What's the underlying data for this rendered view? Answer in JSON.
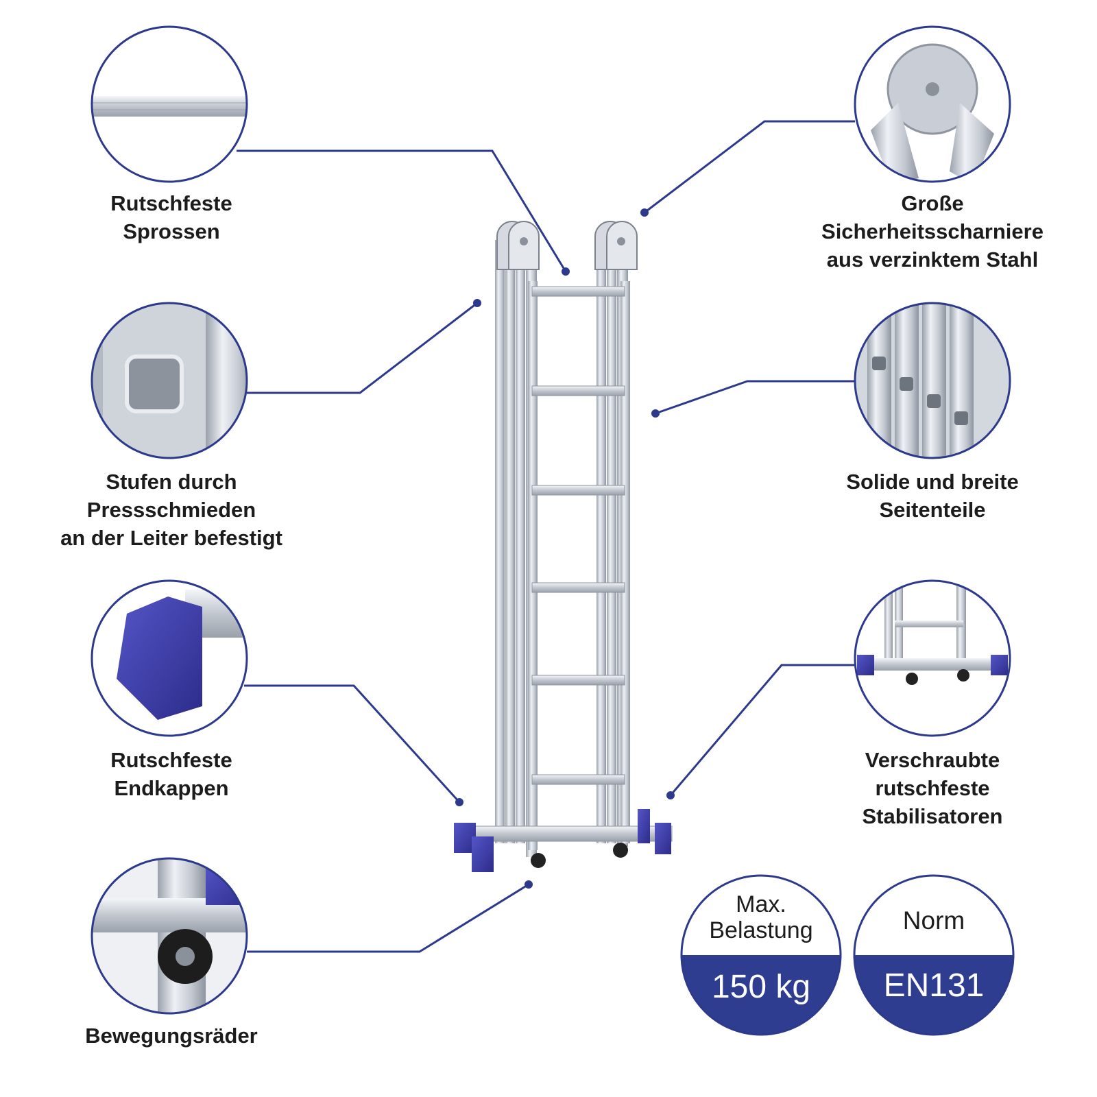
{
  "features": {
    "rungs": {
      "icon": "rung-closeup-icon",
      "line1": "Rutschfeste",
      "line2": "Sprossen"
    },
    "steps": {
      "icon": "pressed-step-closeup-icon",
      "line1": "Stufen durch",
      "line2": "Pressschmieden",
      "line3": "an der Leiter befestigt"
    },
    "endcaps": {
      "icon": "end-cap-closeup-icon",
      "line1": "Rutschfeste",
      "line2": "Endkappen"
    },
    "wheels": {
      "icon": "wheel-closeup-icon",
      "line1": "Bewegungsräder"
    },
    "hinges": {
      "icon": "hinge-closeup-icon",
      "line1": "Große",
      "line2": "Sicherheitsscharniere",
      "line3": "aus verzinktem Stahl"
    },
    "side_rails": {
      "icon": "side-rail-closeup-icon",
      "line1": "Solide und breite",
      "line2": "Seitenteile"
    },
    "stabilizers": {
      "icon": "stabilizer-closeup-icon",
      "line1": "Verschraubte",
      "line2": "rutschfeste",
      "line3": "Stabilisatoren"
    }
  },
  "badges": {
    "load": {
      "line1": "Max.",
      "line2": "Belastung",
      "value": "150 kg"
    },
    "norm": {
      "line1": "Norm",
      "value": "EN131"
    }
  },
  "colors": {
    "accent": "#2d3a8c",
    "badge_fill": "#2e3d8f",
    "aluminium": "#c9ced6",
    "caps": "#3f3fa8"
  }
}
